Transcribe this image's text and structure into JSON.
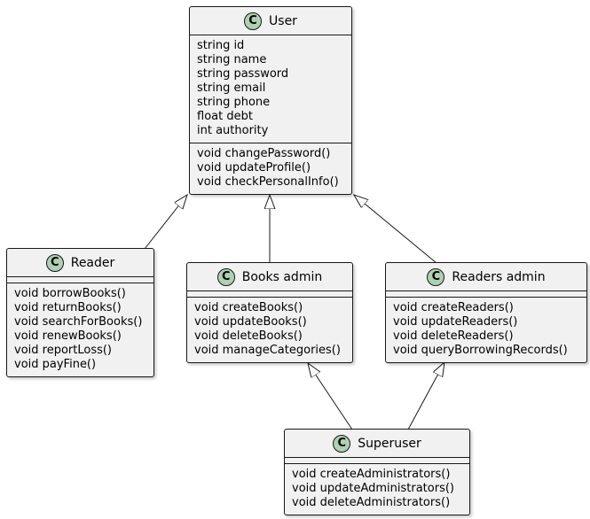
{
  "diagram": {
    "kind": "uml-class-diagram",
    "background_color": "#FFFFFF",
    "box_fill_color": "#F1F1F1",
    "border_color": "#181818",
    "class_circle_color": "#ADD1B2"
  },
  "classes": [
    {
      "name": "User",
      "icon_letter": "C",
      "attributes": [
        "string id",
        "string name",
        "string password",
        "string email",
        "string phone",
        "float debt",
        "int authority"
      ],
      "methods": [
        "void changePassword()",
        "void updateProfile()",
        "void checkPersonalInfo()"
      ]
    },
    {
      "name": "Reader",
      "icon_letter": "C",
      "attributes": [],
      "methods": [
        "void borrowBooks()",
        "void returnBooks()",
        "void searchForBooks()",
        "void renewBooks()",
        "void reportLoss()",
        "void payFine()"
      ]
    },
    {
      "name": "Books admin",
      "icon_letter": "C",
      "attributes": [],
      "methods": [
        "void createBooks()",
        "void updateBooks()",
        "void deleteBooks()",
        "void manageCategories()"
      ]
    },
    {
      "name": "Readers admin",
      "icon_letter": "C",
      "attributes": [],
      "methods": [
        "void createReaders()",
        "void updateReaders()",
        "void deleteReaders()",
        "void queryBorrowingRecords()"
      ]
    },
    {
      "name": "Superuser",
      "icon_letter": "C",
      "attributes": [],
      "methods": [
        "void createAdministrators()",
        "void updateAdministrators()",
        "void deleteAdministrators()"
      ]
    }
  ],
  "relationships": [
    {
      "from": "Reader",
      "to": "User",
      "type": "inheritance"
    },
    {
      "from": "Books admin",
      "to": "User",
      "type": "inheritance"
    },
    {
      "from": "Readers admin",
      "to": "User",
      "type": "inheritance"
    },
    {
      "from": "Superuser",
      "to": "Books admin",
      "type": "inheritance"
    },
    {
      "from": "Superuser",
      "to": "Readers admin",
      "type": "inheritance"
    }
  ]
}
